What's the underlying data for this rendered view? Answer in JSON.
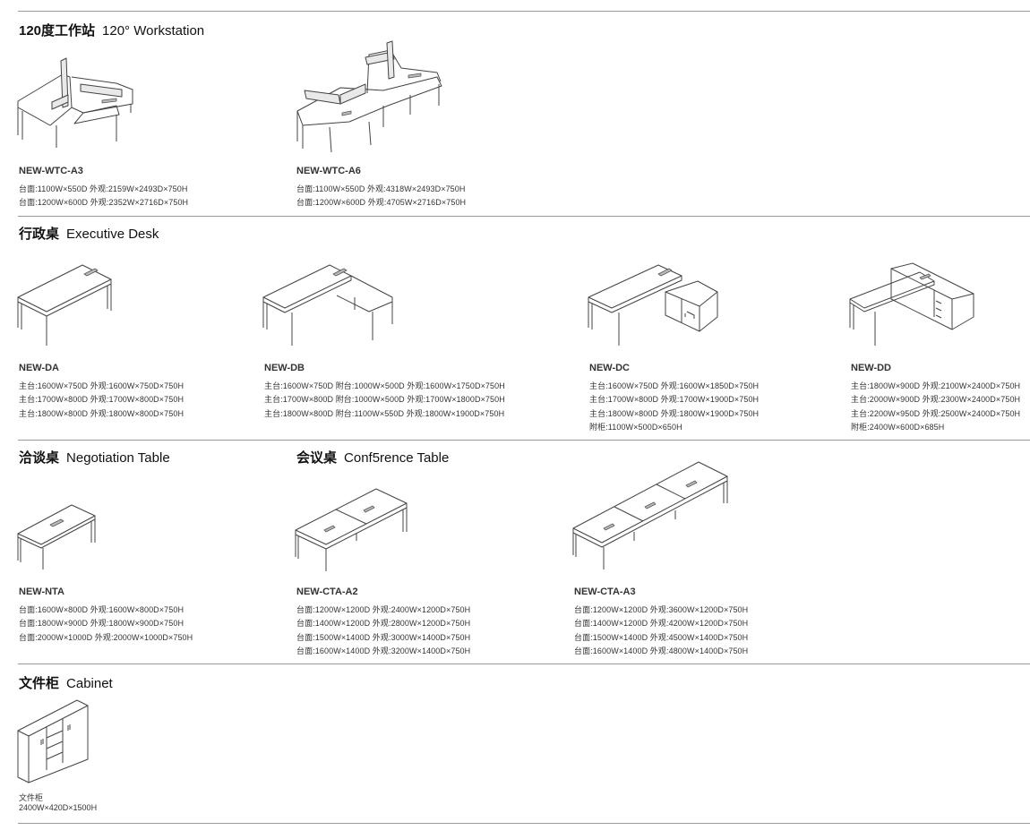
{
  "sections": {
    "workstation": {
      "zh": "120度工作站",
      "en": "120° Workstation"
    },
    "executive": {
      "zh": "行政桌",
      "en": "Executive Desk"
    },
    "negotiation": {
      "zh": "洽谈桌",
      "en": "Negotiation Table"
    },
    "conference": {
      "zh": "会议桌",
      "en": "Conf5rence Table"
    },
    "cabinet": {
      "zh": "文件柜",
      "en": "Cabinet"
    }
  },
  "products": {
    "wtc_a3": {
      "model": "NEW-WTC-A3",
      "specs": [
        "台面:1100W×550D  外观:2159W×2493D×750H",
        "台面:1200W×600D  外观:2352W×2716D×750H"
      ]
    },
    "wtc_a6": {
      "model": "NEW-WTC-A6",
      "specs": [
        "台面:1100W×550D  外观:4318W×2493D×750H",
        "台面:1200W×600D  外观:4705W×2716D×750H"
      ]
    },
    "da": {
      "model": "NEW-DA",
      "specs": [
        "主台:1600W×750D  外观:1600W×750D×750H",
        "主台:1700W×800D  外观:1700W×800D×750H",
        "主台:1800W×800D  外观:1800W×800D×750H"
      ]
    },
    "db": {
      "model": "NEW-DB",
      "specs": [
        "主台:1600W×750D  附台:1000W×500D  外观:1600W×1750D×750H",
        "主台:1700W×800D  附台:1000W×500D  外观:1700W×1800D×750H",
        "主台:1800W×800D  附台:1100W×550D  外观:1800W×1900D×750H"
      ]
    },
    "dc": {
      "model": "NEW-DC",
      "specs": [
        "主台:1600W×750D  外观:1600W×1850D×750H",
        "主台:1700W×800D  外观:1700W×1900D×750H",
        "主台:1800W×800D  外观:1800W×1900D×750H",
        "附柜:1100W×500D×650H"
      ]
    },
    "dd": {
      "model": "NEW-DD",
      "specs": [
        "主台:1800W×900D  外观:2100W×2400D×750H",
        "主台:2000W×900D  外观:2300W×2400D×750H",
        "主台:2200W×950D  外观:2500W×2400D×750H",
        "附柜:2400W×600D×685H"
      ]
    },
    "nta": {
      "model": "NEW-NTA",
      "specs": [
        "台面:1600W×800D    外观:1600W×800D×750H",
        "台面:1800W×900D    外观:1800W×900D×750H",
        "台面:2000W×1000D  外观:2000W×1000D×750H"
      ]
    },
    "cta_a2": {
      "model": "NEW-CTA-A2",
      "specs": [
        "台面:1200W×1200D  外观:2400W×1200D×750H",
        "台面:1400W×1200D  外观:2800W×1200D×750H",
        "台面:1500W×1400D  外观:3000W×1400D×750H",
        "台面:1600W×1400D  外观:3200W×1400D×750H"
      ]
    },
    "cta_a3": {
      "model": "NEW-CTA-A3",
      "specs": [
        "台面:1200W×1200D  外观:3600W×1200D×750H",
        "台面:1400W×1200D  外观:4200W×1200D×750H",
        "台面:1500W×1400D  外观:4500W×1400D×750H",
        "台面:1600W×1400D  外观:4800W×1400D×750H"
      ]
    },
    "cabinet": {
      "name": "文件柜",
      "spec": "2400W×420D×1500H"
    }
  }
}
